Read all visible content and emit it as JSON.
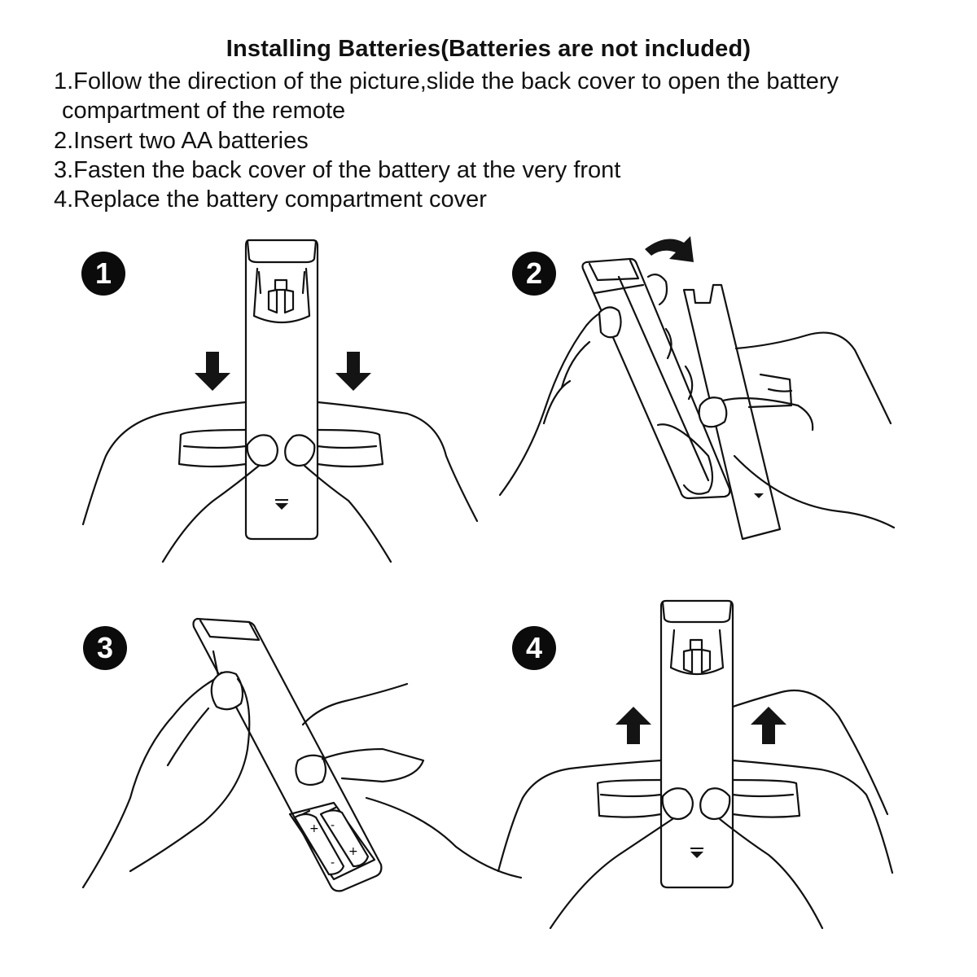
{
  "heading": "Installing Batteries(Batteries are not included)",
  "instructions": [
    "1.Follow the direction of the picture,slide the back cover to open the battery",
    "compartment of the remote",
    "2.Insert two AA batteries",
    "3.Fasten the back cover of the battery at the very front",
    "4.Replace the battery compartment cover"
  ],
  "figures": [
    {
      "badge": "1",
      "arrow": "down-arrow-icon"
    },
    {
      "badge": "2",
      "arrow": "curved-arrow-icon"
    },
    {
      "badge": "3",
      "battery_marks": [
        "+",
        "-",
        "-",
        "+"
      ]
    },
    {
      "badge": "4",
      "arrow": "up-arrow-icon"
    }
  ],
  "colors": {
    "ink": "#111111",
    "background": "#ffffff"
  }
}
